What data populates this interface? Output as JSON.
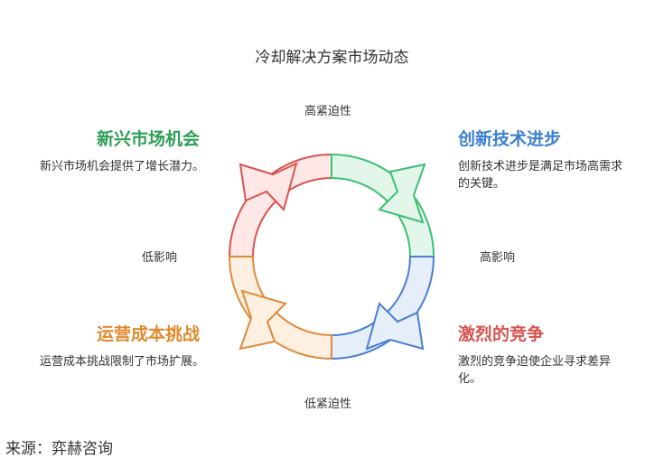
{
  "title": "冷却解决方案市场动态",
  "axes": {
    "top": "高紧迫性",
    "bottom": "低紧迫性",
    "left": "低影响",
    "right": "高影响"
  },
  "quadrants": {
    "top_left": {
      "heading": "新兴市场机会",
      "desc": "新兴市场机会提供了增长潜力。",
      "color": "#2e9e55",
      "fill": "#fde7e7",
      "stroke": "#d9534f"
    },
    "top_right": {
      "heading": "创新技术进步",
      "desc": "创新技术进步是满足市场高需求的关键。",
      "color": "#3b7fd0",
      "fill": "#e2f7ea",
      "stroke": "#3fbf74"
    },
    "bottom_right": {
      "heading": "激烈的竞争",
      "desc": "激烈的竞争迫使企业寻求差异化。",
      "color": "#d9534f",
      "fill": "#e6eefa",
      "stroke": "#4a7fcf"
    },
    "bottom_left": {
      "heading": "运营成本挑战",
      "desc": "运营成本挑战限制了市场扩展。",
      "color": "#e08a2e",
      "fill": "#fdf0e0",
      "stroke": "#e08a3c"
    }
  },
  "source": "来源：弈赫咨询"
}
